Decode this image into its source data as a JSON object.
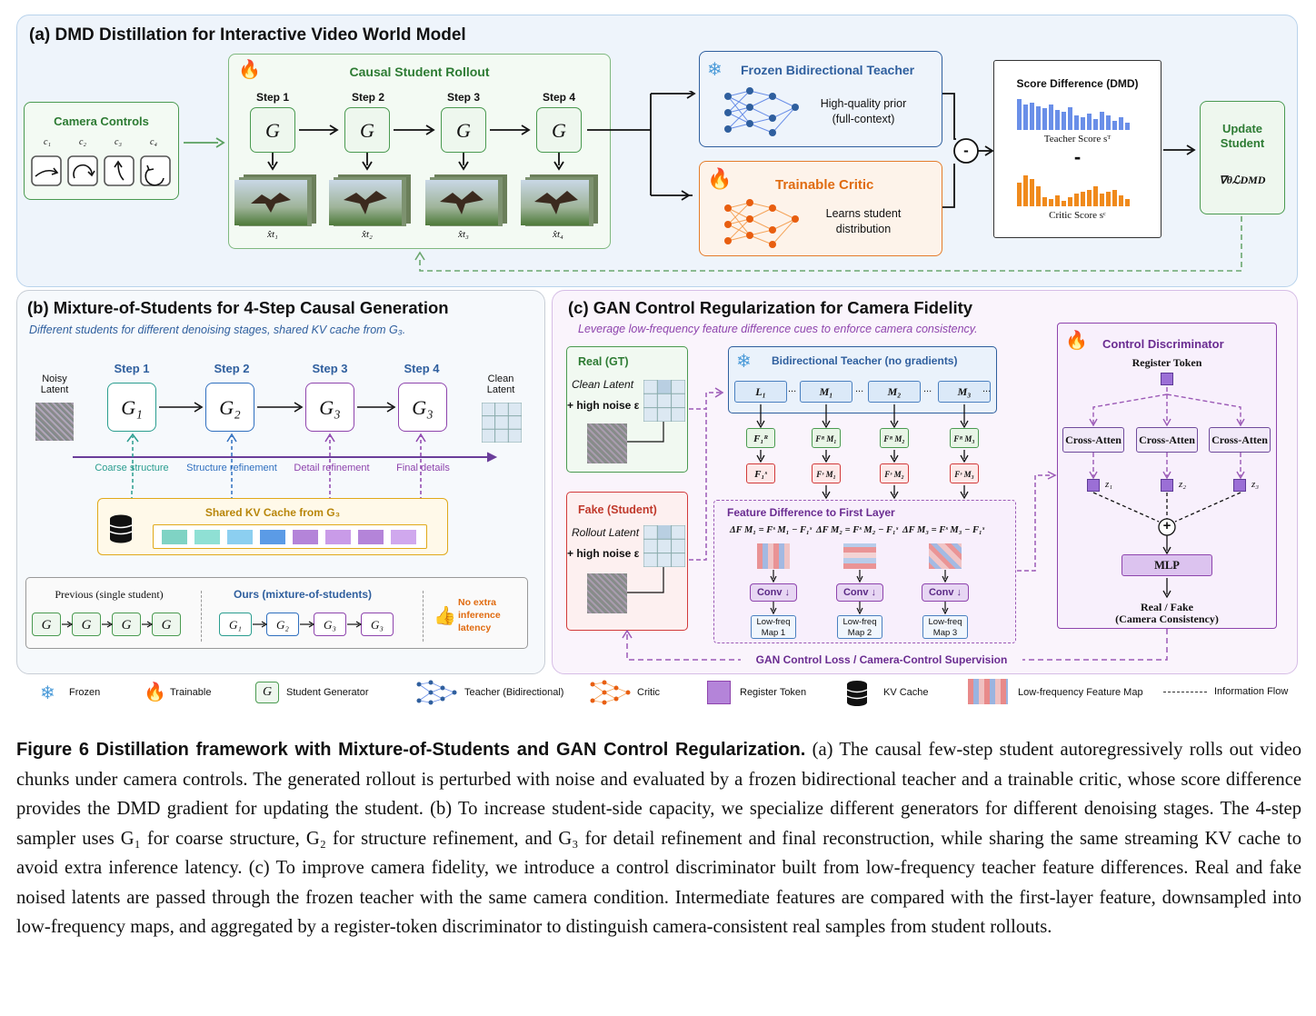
{
  "panel_a": {
    "title": "(a) DMD Distillation for Interactive Video World Model",
    "camera_controls": {
      "title": "Camera Controls",
      "labels": [
        "c₁",
        "c₂",
        "c₃",
        "c₄"
      ]
    },
    "rollout": {
      "title": "Causal Student Rollout",
      "steps": [
        "Step 1",
        "Step 2",
        "Step 3",
        "Step 4"
      ],
      "generator": "G",
      "outputs": [
        "x̂t₁",
        "x̂t₂",
        "x̂t₃",
        "x̂t₄"
      ]
    },
    "teacher": {
      "title": "Frozen Bidirectional Teacher",
      "desc_line1": "High-quality prior",
      "desc_line2": "(full-context)"
    },
    "critic": {
      "title": "Trainable Critic",
      "desc_line1": "Learns student",
      "desc_line2": "distribution"
    },
    "minus": "-",
    "score": {
      "title": "Score Difference (DMD)",
      "teacher_label": "Teacher Score sᵀ",
      "critic_label": "Critic Score sᶜ",
      "minus": "-",
      "teacher_color": "#6a8fe8",
      "critic_color": "#f08a1c"
    },
    "update": {
      "line1": "Update",
      "line2": "Student",
      "formula": "∇θℒDMD"
    }
  },
  "panel_b": {
    "title": "(b) Mixture-of-Students for 4-Step Causal Generation",
    "subtitle": "Different students for different denoising stages, shared KV cache from G₃.",
    "noisy_latent": "Noisy Latent",
    "clean_latent": "Clean Latent",
    "steps": [
      "Step 1",
      "Step 2",
      "Step 3",
      "Step 4"
    ],
    "generators": [
      "G₁",
      "G₂",
      "G₃",
      "G₃"
    ],
    "stage_labels": [
      "Coarse structure",
      "Structure refinement",
      "Detail refinement",
      "Final details"
    ],
    "kv_title": "Shared KV Cache from G₃",
    "compare": {
      "previous_label": "Previous (single student)",
      "previous_nodes": [
        "G",
        "G",
        "G",
        "G"
      ],
      "ours_label": "Ours (mixture-of-students)",
      "ours_nodes": [
        "G₁",
        "G₂",
        "G₃",
        "G₃"
      ],
      "note_line1": "No extra",
      "note_line2": "inference",
      "note_line3": "latency"
    }
  },
  "panel_c": {
    "title": "(c) GAN Control Regularization for Camera Fidelity",
    "subtitle": "Leverage low-frequency feature difference cues to enforce camera consistency.",
    "real": {
      "title": "Real (GT)",
      "line1": "Clean Latent",
      "line2": "+ high noise ε"
    },
    "fake": {
      "title": "Fake (Student)",
      "line1": "Rollout Latent",
      "line2": "+ high noise ε"
    },
    "teacher_title": "Bidirectional Teacher (no gradients)",
    "layers": [
      "L₁",
      "M₁",
      "M₂",
      "M₃"
    ],
    "ellipsis": "...",
    "feat_real": [
      "F₁ᴿ",
      "Fᴿ M₁",
      "Fᴿ M₂",
      "Fᴿ M₃"
    ],
    "feat_fake": [
      "F₁ˢ",
      "Fˢ M₁",
      "Fˢ M₂",
      "Fˢ M₃"
    ],
    "diff_title": "Feature Difference to First Layer",
    "diff_formulas": [
      "ΔF M₁ = Fˢ M₁ − F₁ˢ",
      "ΔF M₂ = Fˢ M₂ − F₁ˢ",
      "ΔF M₃ = Fˢ M₃ − F₁ˢ"
    ],
    "conv": "Conv ↓",
    "lowfreq": [
      "Low-freq Map 1",
      "Low-freq Map 2",
      "Low-freq Map 3"
    ],
    "disc": {
      "title": "Control Discriminator",
      "register": "Register Token",
      "cross": "Cross-Atten",
      "z": [
        "z₁",
        "z₂",
        "z₃"
      ],
      "plus": "+",
      "mlp": "MLP",
      "out_line1": "Real / Fake",
      "out_line2": "(Camera Consistency)"
    },
    "loss_label": "GAN Control Loss / Camera-Control Supervision"
  },
  "legend": {
    "frozen": "Frozen",
    "trainable": "Trainable",
    "student": "Student Generator",
    "student_glyph": "G",
    "teacher": "Teacher (Bidirectional)",
    "critic": "Critic",
    "register": "Register Token",
    "kv": "KV Cache",
    "lowfreq": "Low-frequency Feature Map",
    "flow": "Information Flow"
  },
  "caption": {
    "label": "Figure 6  Distillation framework with Mixture-of-Students and GAN Control Regularization.",
    "text": "(a) The causal few-step student autoregressively rolls out video chunks under camera controls. The generated rollout is perturbed with noise and evaluated by a frozen bidirectional teacher and a trainable critic, whose score difference provides the DMD gradient for updating the student. (b) To increase student-side capacity, we specialize different generators for different denoising stages. The 4-step sampler uses G₁ for coarse structure, G₂ for structure refinement, and G₃ for detail refinement and final reconstruction, while sharing the same streaming KV cache to avoid extra inference latency. (c) To improve camera fidelity, we introduce a control discriminator built from low-frequency teacher feature differences. Real and fake noised latents are passed through the frozen teacher with the same camera condition. Intermediate features are compared with the first-layer feature, downsampled into low-frequency maps, and aggregated by a register-token discriminator to distinguish camera-consistent real samples from student rollouts."
  }
}
